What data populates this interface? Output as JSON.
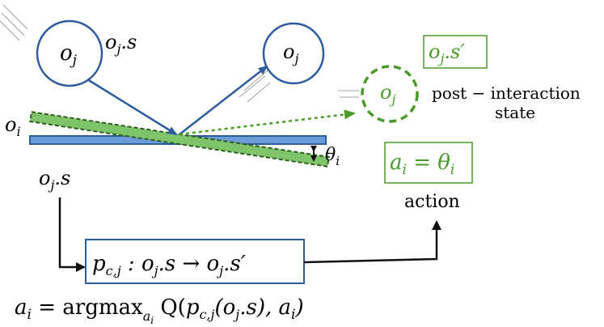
{
  "labels": {
    "obj_incoming": "o",
    "obj_incoming_sub": "j",
    "obj_incoming_state": "o",
    "obj_incoming_state_sub": "j",
    "obj_incoming_state_suffix": ".s",
    "obj_outgoing": "o",
    "obj_outgoing_sub": "j",
    "obj_post": "o",
    "obj_post_sub": "j",
    "surface": "o",
    "surface_sub": "i",
    "angle": "θ",
    "angle_sub": "i",
    "state_left": "o",
    "state_left_sub": "j",
    "state_left_suffix": ".s",
    "post_state_box": "o",
    "post_state_box_sub": "j",
    "post_state_box_suffix": ".s′",
    "post_interaction_line1": "post − interaction",
    "post_interaction_line2": "state",
    "action_box_a": "a",
    "action_box_a_sub": "i",
    "action_box_eq": " = θ",
    "action_box_theta_sub": "i",
    "action_caption": "action",
    "predictor_p": "p",
    "predictor_p_sub": "c,j",
    "predictor_mid": " : o",
    "predictor_mid_sub": "j",
    "predictor_arrow": ".s → o",
    "predictor_arrow_sub": "j",
    "predictor_end": ".s′",
    "formula_a": "a",
    "formula_a_sub": "i",
    "formula_eq": " = ",
    "formula_argmax": "argmax",
    "formula_argmax_sub_a": "a",
    "formula_argmax_sub_i": "i",
    "formula_q": " Q(",
    "formula_p": "p",
    "formula_p_sub": "c,j",
    "formula_inner_o": "(o",
    "formula_inner_o_sub": "j",
    "formula_inner_rest": ".s), ",
    "formula_a2": "a",
    "formula_a2_sub": "i",
    "formula_close": ")"
  },
  "colors": {
    "blue": "#2d5b9c",
    "blue_fill": "#6b9bd8",
    "green": "#4a9a2a",
    "green_fill": "#7fc46a",
    "dark_green": "#2f5e22",
    "black": "#111111",
    "gray": "#a0a0a0"
  }
}
